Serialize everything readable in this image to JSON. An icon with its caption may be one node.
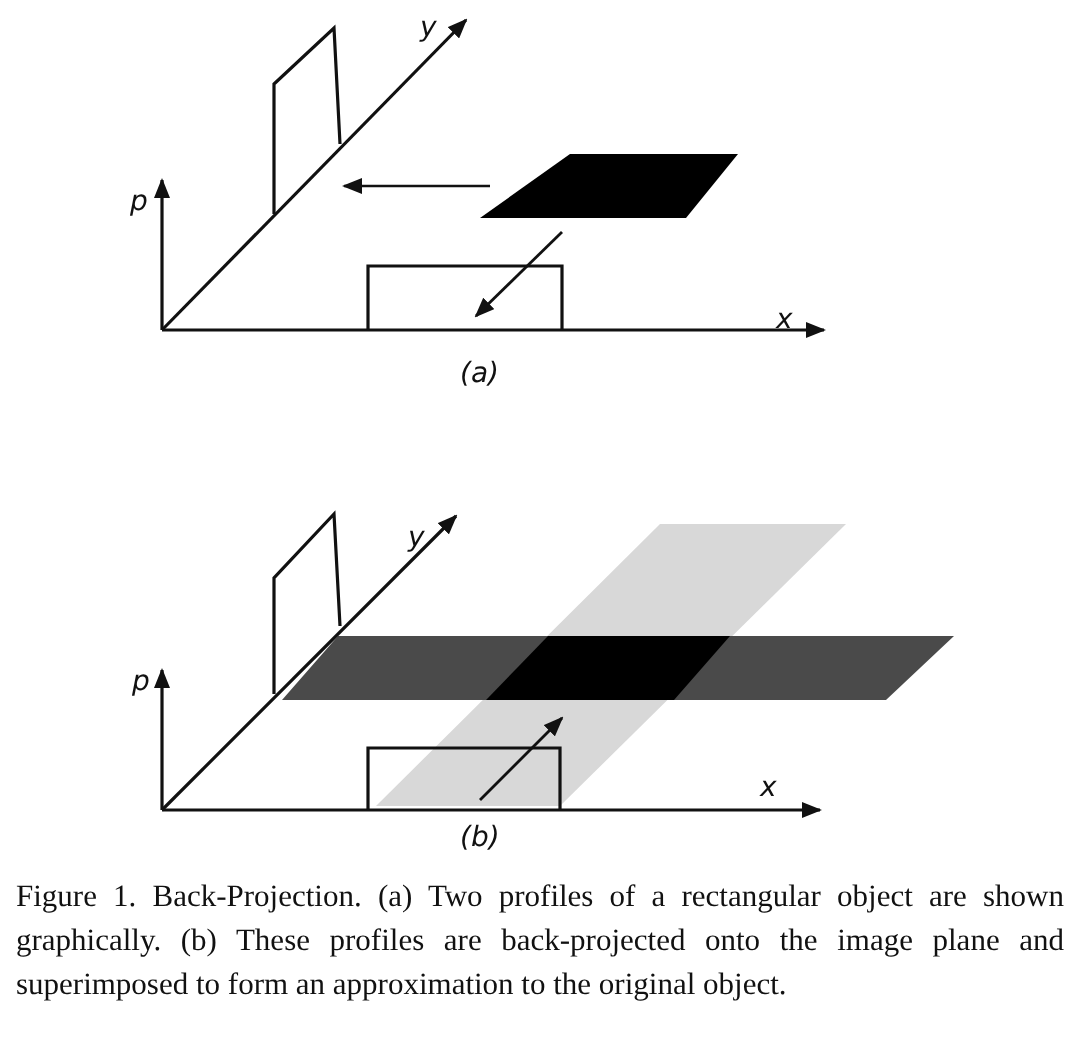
{
  "diagram": {
    "caption": "Figure 1. Back-Projection. (a) Two profiles of a rectangular object are shown graphically. (b) These profiles are back-projected onto the image plane and superimposed to form an approximation to the original object.",
    "labels": [
      "y",
      "p",
      "x",
      "(a)",
      "y",
      "p",
      "x",
      "(b)"
    ]
  }
}
